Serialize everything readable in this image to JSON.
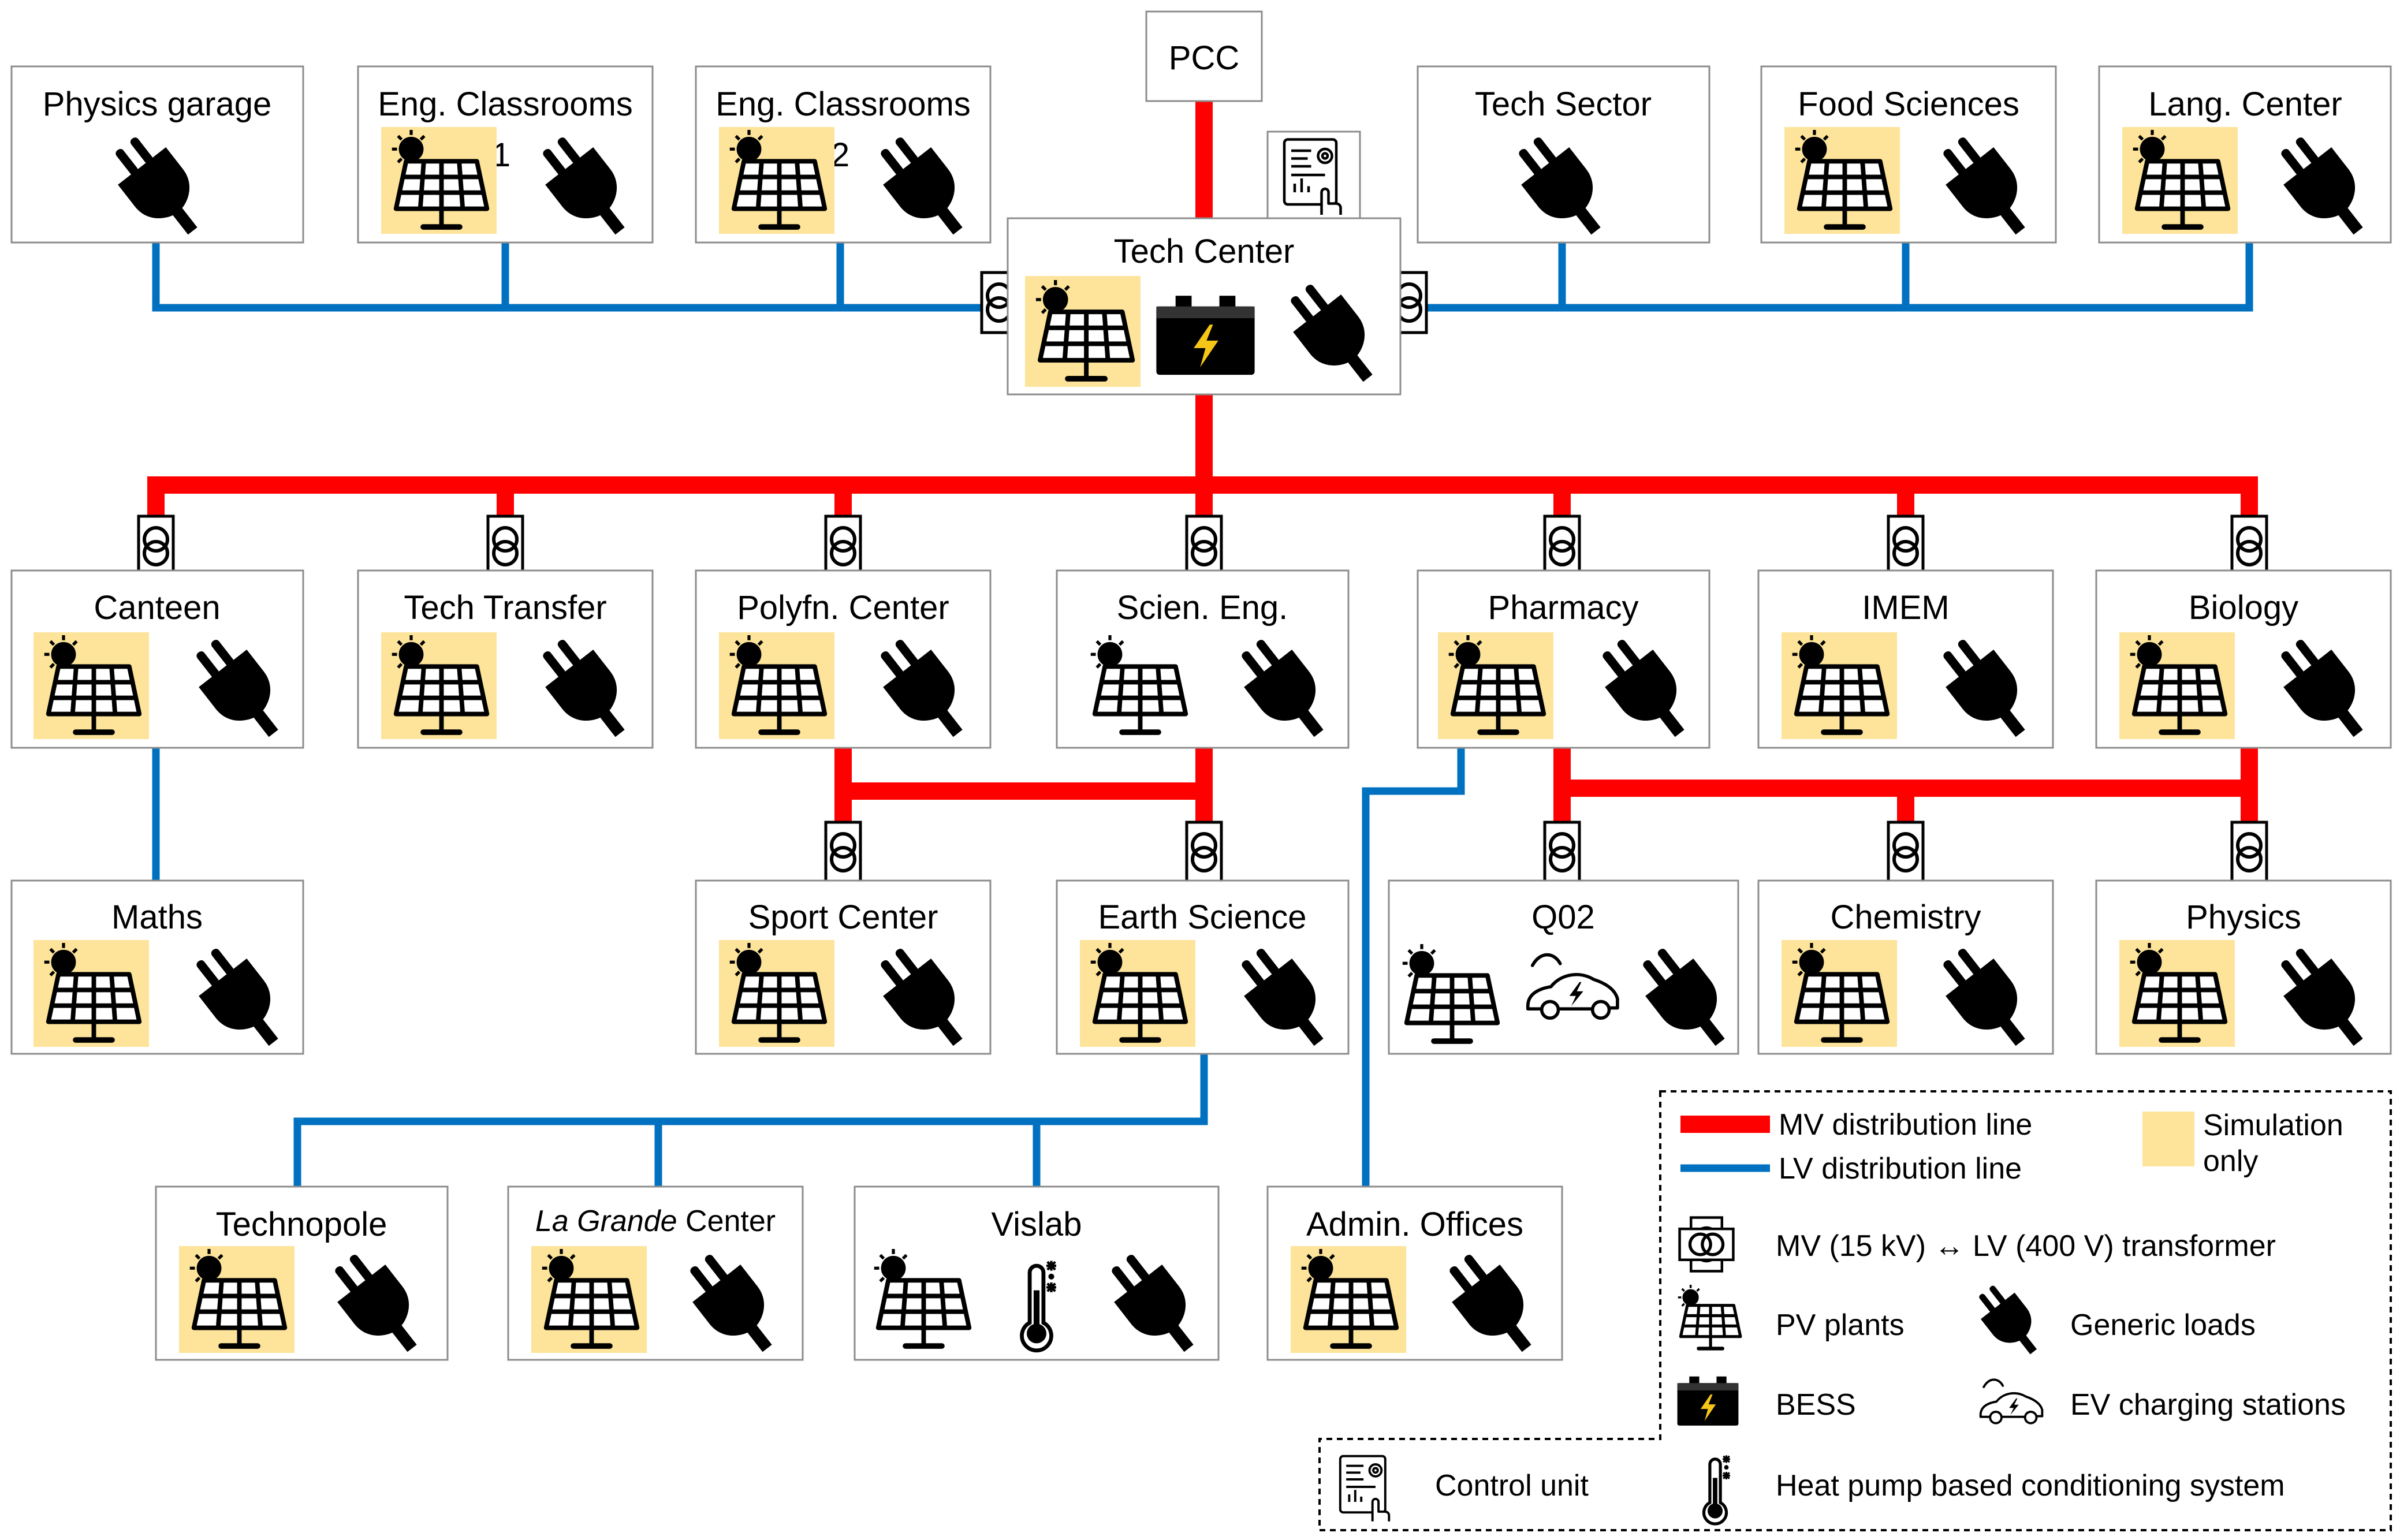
{
  "diagram": {
    "pcc_label": "PCC",
    "colors": {
      "mv_line": "#ff0000",
      "lv_line": "#0070c0",
      "simulation_highlight": "#fde49a",
      "box_border": "#8c8c8c"
    },
    "icon_types": {
      "pv": "pv-plant-icon",
      "load": "plug-icon",
      "bess": "battery-icon",
      "ev": "ev-charger-icon",
      "heatpump": "thermometer-icon",
      "control": "control-unit-icon",
      "transformer": "transformer-icon"
    },
    "buildings": [
      {
        "id": "physics-garage",
        "name": "Physics garage",
        "devices": "load"
      },
      {
        "id": "eng-classrooms-1",
        "name": "Eng. Classrooms",
        "index": "1",
        "devices": "pv-sim, load"
      },
      {
        "id": "eng-classrooms-2",
        "name": "Eng. Classrooms",
        "index": "2",
        "devices": "pv-sim, load"
      },
      {
        "id": "tech-center",
        "name": "Tech Center",
        "devices": "pv-sim, bess, load, control"
      },
      {
        "id": "tech-sector",
        "name": "Tech Sector",
        "devices": "load"
      },
      {
        "id": "food-sciences",
        "name": "Food Sciences",
        "devices": "pv-sim, load"
      },
      {
        "id": "lang-center",
        "name": "Lang. Center",
        "devices": "pv-sim, load"
      },
      {
        "id": "canteen",
        "name": "Canteen",
        "devices": "pv-sim, load"
      },
      {
        "id": "tech-transfer",
        "name": "Tech Transfer",
        "devices": "pv-sim, load"
      },
      {
        "id": "polyfn-center",
        "name": "Polyfn. Center",
        "devices": "pv-sim, load"
      },
      {
        "id": "scien-eng",
        "name": "Scien. Eng.",
        "devices": "pv, load"
      },
      {
        "id": "pharmacy",
        "name": "Pharmacy",
        "devices": "pv-sim, load"
      },
      {
        "id": "imem",
        "name": "IMEM",
        "devices": "pv-sim, load"
      },
      {
        "id": "biology",
        "name": "Biology",
        "devices": "pv-sim, load"
      },
      {
        "id": "maths",
        "name": "Maths",
        "devices": "pv-sim, load"
      },
      {
        "id": "sport-center",
        "name": "Sport Center",
        "devices": "pv-sim, load"
      },
      {
        "id": "earth-science",
        "name": "Earth Science",
        "devices": "pv-sim, load"
      },
      {
        "id": "q02",
        "name": "Q02",
        "devices": "pv, ev, load"
      },
      {
        "id": "chemistry",
        "name": "Chemistry",
        "devices": "pv-sim, load"
      },
      {
        "id": "physics",
        "name": "Physics",
        "devices": "pv-sim, load"
      },
      {
        "id": "technopole",
        "name": "Technopole",
        "devices": "pv-sim, load"
      },
      {
        "id": "la-grande-center",
        "name_italic": "La Grande",
        "name_rest": " Center",
        "devices": "pv-sim, load"
      },
      {
        "id": "vislab",
        "name": "Vislab",
        "devices": "pv, heatpump, load"
      },
      {
        "id": "admin-offices",
        "name": "Admin. Offices",
        "devices": "pv-sim, load"
      }
    ],
    "legend": {
      "mv_line": "MV distribution line",
      "lv_line": "LV distribution line",
      "simulation": "Simulation only",
      "simulation_line1": "Simulation",
      "simulation_line2": "only",
      "transformer": "MV (15 kV) ↔ LV (400 V) transformer",
      "pv": "PV plants",
      "loads": "Generic loads",
      "bess": "BESS",
      "ev": "EV charging stations",
      "control": "Control unit",
      "heatpump": "Heat pump based conditioning system"
    }
  }
}
